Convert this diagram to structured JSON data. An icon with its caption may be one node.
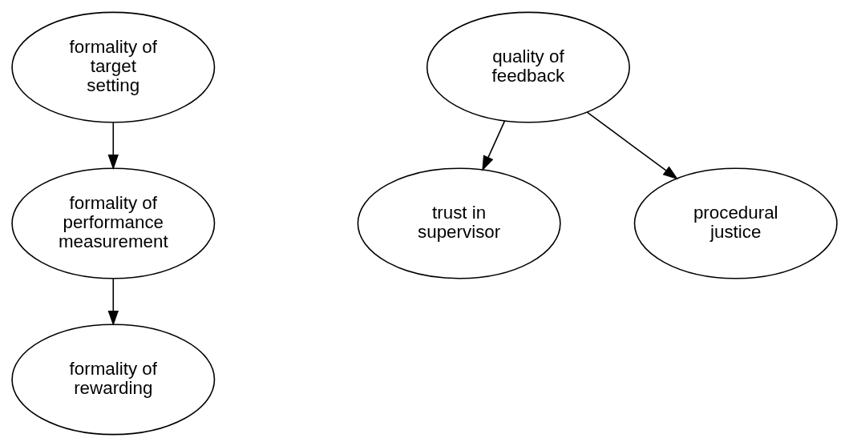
{
  "diagram": {
    "nodes": [
      {
        "text": [
          "formality of target setting"
        ]
      },
      {
        "text": [
          "formality of performance measurement"
        ]
      },
      {
        "text": [
          "formality of rewarding"
        ]
      },
      {
        "text": [
          "quality of feedback"
        ]
      },
      {
        "text": [
          "trust in supervisor"
        ]
      },
      {
        "text": [
          "procedural justice"
        ]
      }
    ],
    "edges": [
      {
        "from": 0,
        "to": 1,
        "arrow": "to"
      },
      {
        "from": 1,
        "to": 2,
        "arrow": "to"
      },
      {
        "from": 3,
        "to": 5,
        "arrow": "to"
      },
      {
        "from": 3,
        "to": 4,
        "arrow": "to"
      }
    ]
  }
}
